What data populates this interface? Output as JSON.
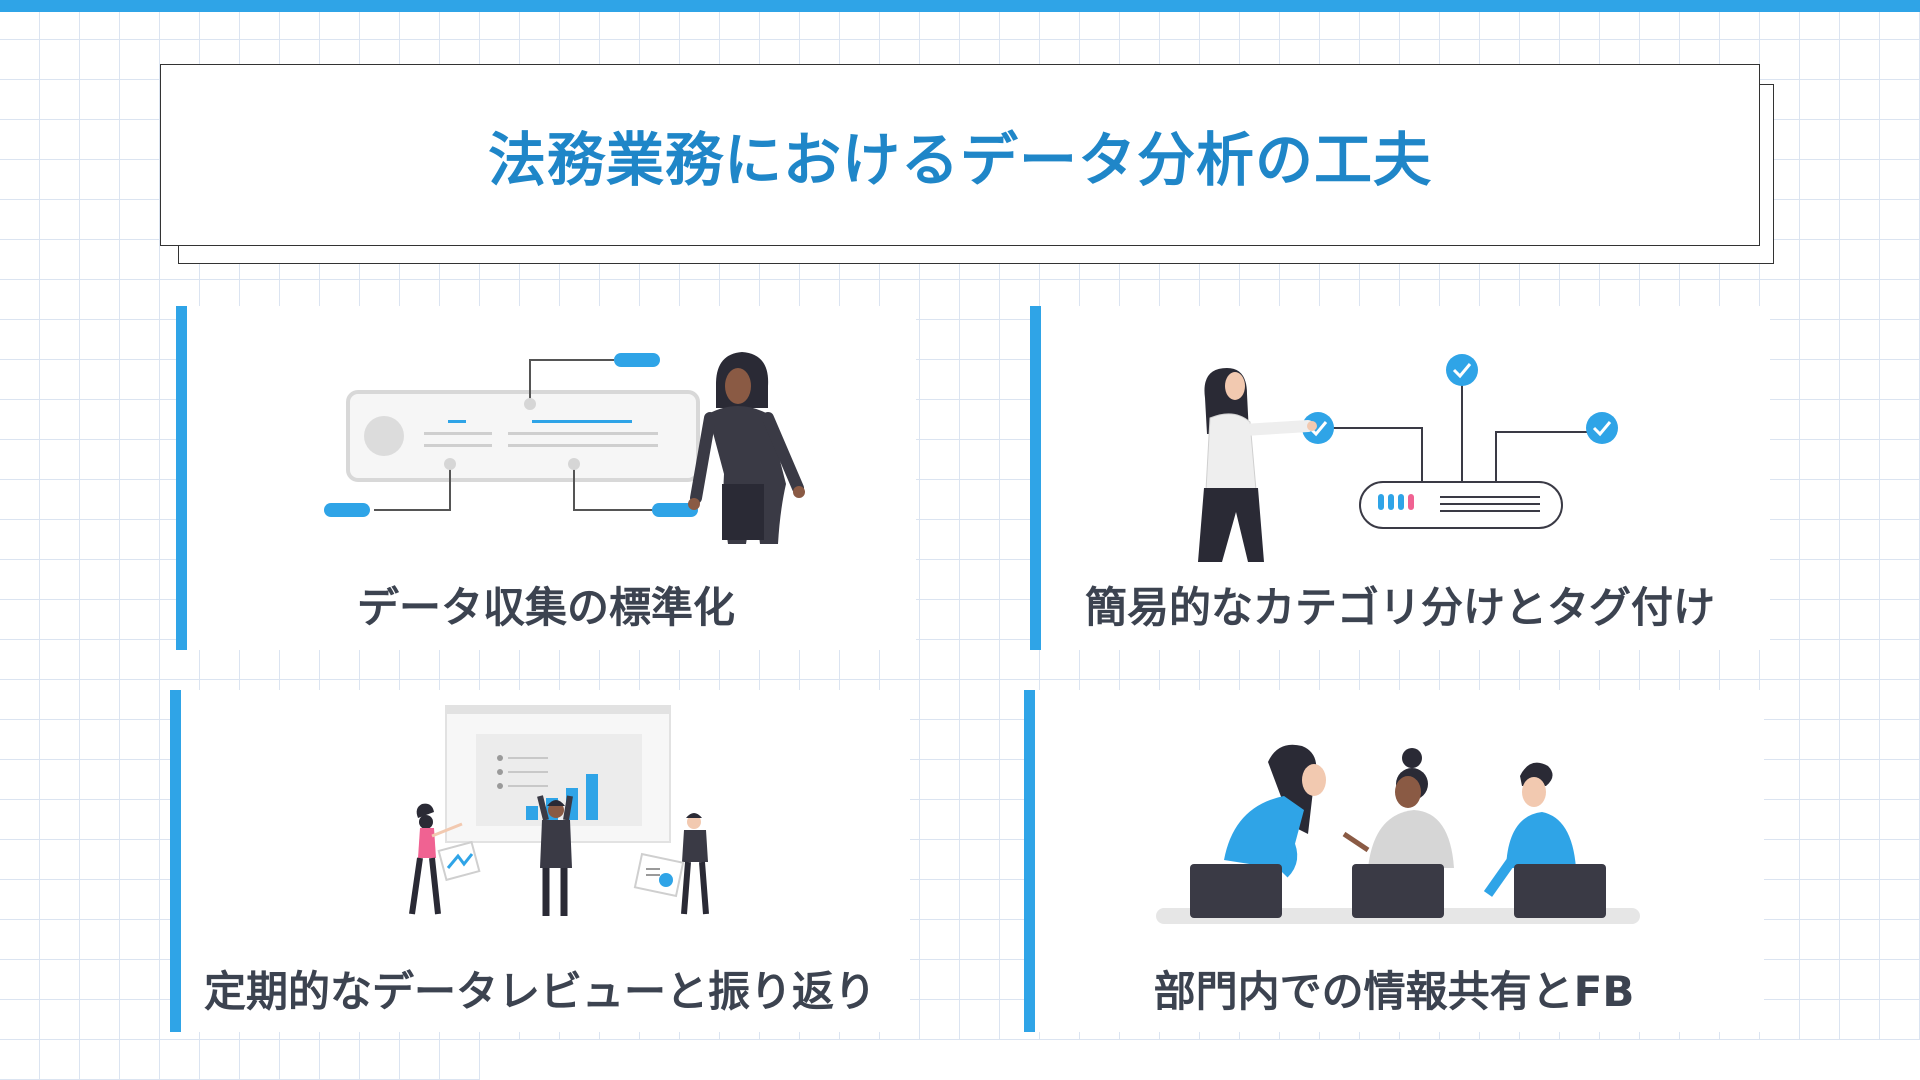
{
  "slide": {
    "title": "法務業務におけるデータ分析の工夫",
    "accent_color": "#2fa4e7",
    "title_color": "#1f86c8",
    "cards": [
      {
        "label": "データ収集の標準化",
        "illustration": "woman-data-flow-illustration"
      },
      {
        "label": "簡易的なカテゴリ分けとタグ付け",
        "illustration": "woman-server-checkmarks-illustration"
      },
      {
        "label": "定期的なデータレビューと振り返り",
        "illustration": "team-bar-chart-review-illustration"
      },
      {
        "label": "部門内での情報共有とFB",
        "illustration": "team-laptops-meeting-illustration"
      }
    ]
  }
}
